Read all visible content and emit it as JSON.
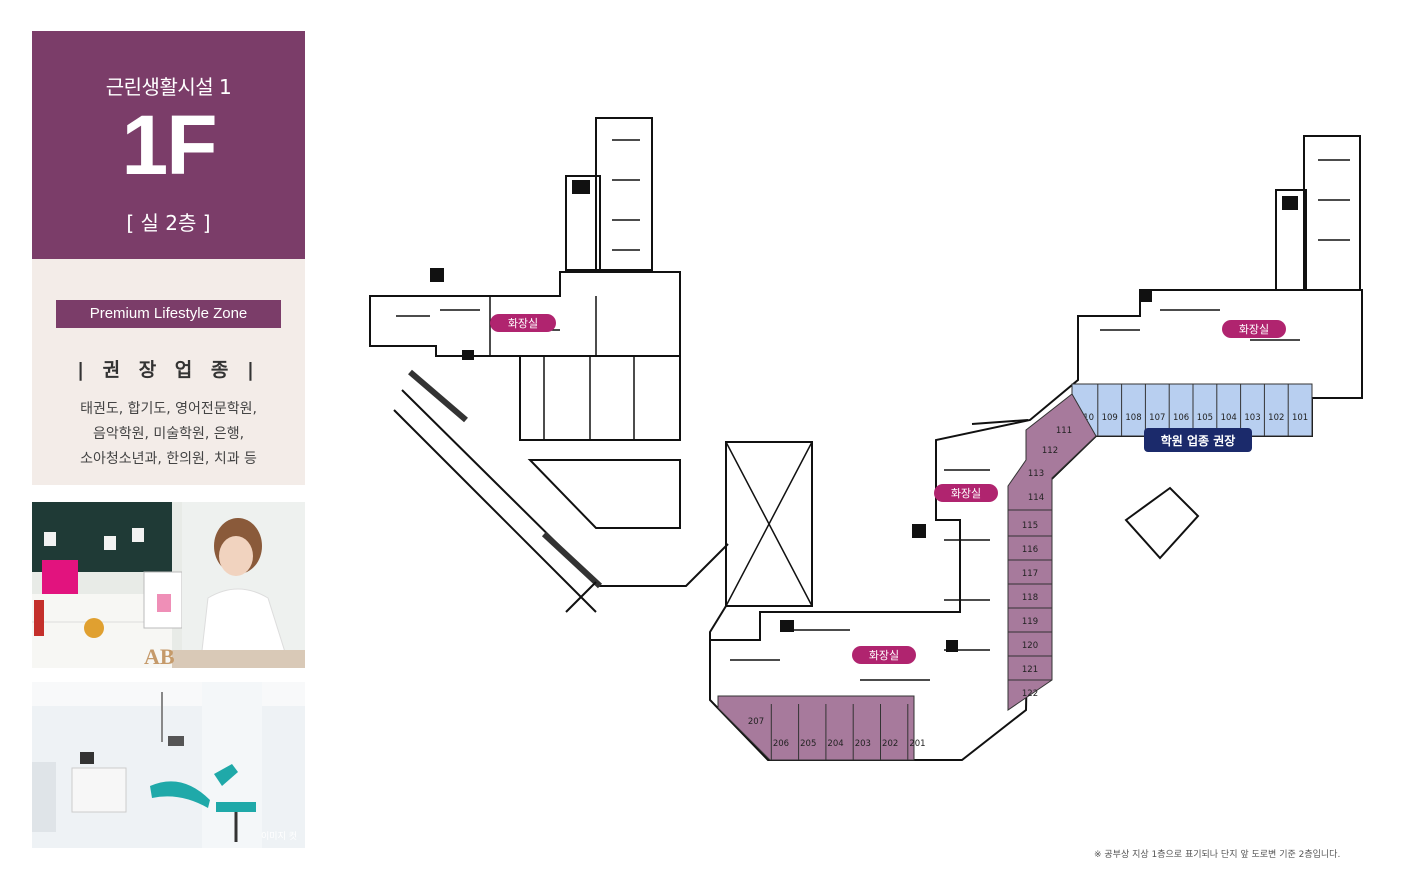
{
  "header": {
    "facility": "근린생활시설 1",
    "floor": "1F",
    "rooms": "[ 실 2층 ]"
  },
  "info": {
    "zone": "Premium Lifestyle Zone",
    "recommended_title": "| 권 장 업 종 |",
    "businesses": [
      "태권도, 합기도, 영어전문학원,",
      "음악학원, 미술학원, 은행,",
      "소아청소년과, 한의원, 치과 등"
    ]
  },
  "photos": {
    "classroom_letters": "AB",
    "dental_caption": "이미지 컷"
  },
  "plan": {
    "restroom_label": "화장실",
    "academy_label": "학원 업종 권장",
    "units_top": [
      "110",
      "109",
      "108",
      "107",
      "106",
      "105",
      "104",
      "103",
      "102",
      "101"
    ],
    "units_diag": [
      "111",
      "112",
      "113",
      "114"
    ],
    "units_vertical": [
      "115",
      "116",
      "117",
      "118",
      "119",
      "120",
      "121",
      "122"
    ],
    "units_bottom": [
      "207",
      "206",
      "205",
      "204",
      "203",
      "202",
      "201"
    ]
  },
  "footnote": "※ 공부상 지상 1층으로 표기되나 단지 앞 도로변 기준 2층입니다.",
  "colors": {
    "brand": "#7b3d69",
    "panel_bg": "#f3ece8",
    "unit_blue": "#b8cff0",
    "unit_purple": "#a77a9c",
    "label_navy": "#1b2a6b",
    "restroom_pink": "#b0246f"
  }
}
